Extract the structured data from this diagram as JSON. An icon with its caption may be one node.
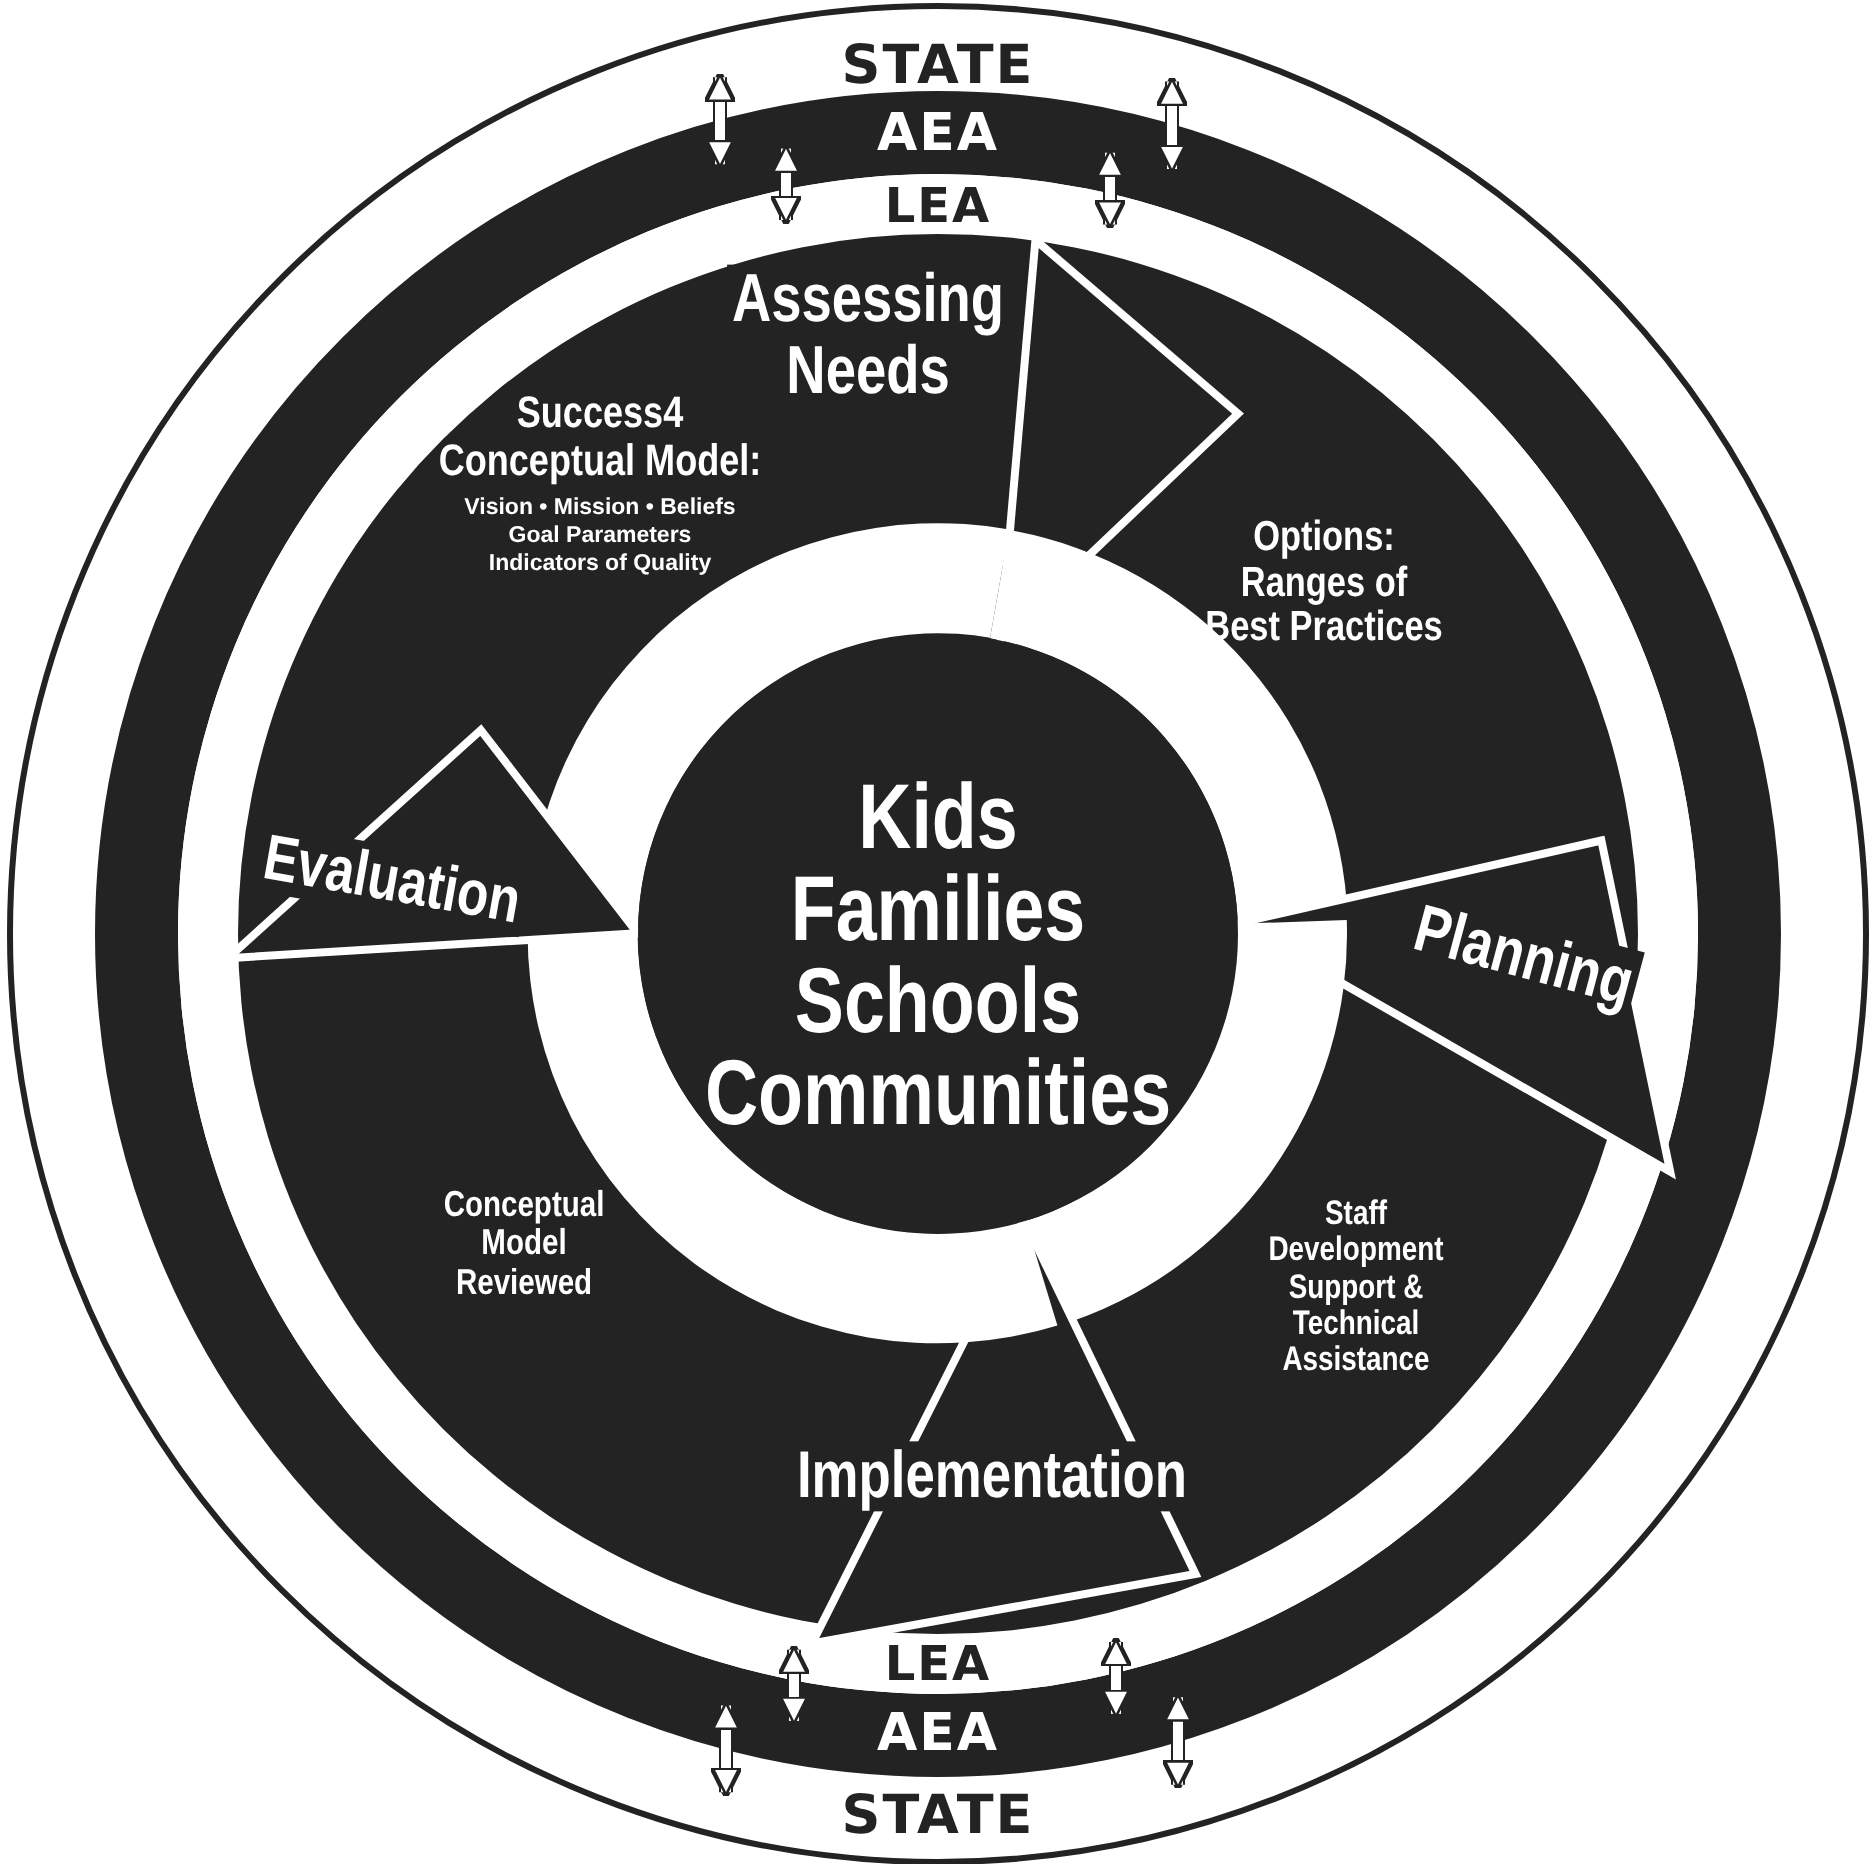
{
  "diagram": {
    "nodes": [
      {
        "text": [
          "STATE",
          "STATE"
        ]
      },
      {
        "text": [
          "AEA",
          "AEA"
        ],
        "in": 0
      },
      {
        "text": [
          "LEA",
          "LEA"
        ],
        "in": 1
      },
      {
        "text": [
          "Assessing Needs"
        ],
        "in": 2
      },
      {
        "text": [
          "Planning"
        ],
        "in": 2
      },
      {
        "text": [
          "Implementation"
        ],
        "in": 2
      },
      {
        "text": [
          "Evaluation"
        ],
        "in": 2
      },
      {
        "text": [
          "Kids Families Schools Communities"
        ],
        "in": 2
      }
    ],
    "edges": [
      {
        "from": 0,
        "to": 1,
        "arrow": "both"
      },
      {
        "from": 1,
        "to": 2,
        "arrow": "both"
      },
      {
        "from": 1,
        "to": 2,
        "arrow": "both"
      },
      {
        "from": 0,
        "to": 1,
        "arrow": "both"
      },
      {
        "from": 1,
        "to": 2,
        "arrow": "both"
      },
      {
        "from": 0,
        "to": 1,
        "arrow": "both"
      },
      {
        "from": 1,
        "to": 2,
        "arrow": "both"
      },
      {
        "from": 0,
        "to": 1,
        "arrow": "both"
      }
    ],
    "labels": [
      "Success4 Conceptual Model:",
      "Vision • Mission • Beliefs",
      "Goal Parameters",
      "Indicators of Quality",
      "Options: Ranges of Best Practices",
      "Conceptual Model Reviewed",
      "Staff Development Support & Technical Assistance"
    ]
  }
}
